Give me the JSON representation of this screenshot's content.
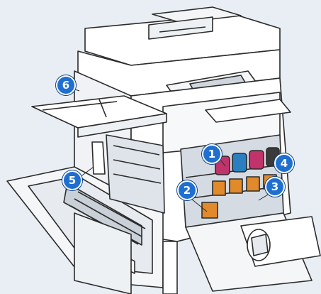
{
  "callouts": [
    {
      "number": "1",
      "target": "toner-cartridges"
    },
    {
      "number": "2",
      "target": "waste-toner-area"
    },
    {
      "number": "3",
      "target": "drum-cartridge-area"
    },
    {
      "number": "4",
      "target": "toner-cartridge-right"
    },
    {
      "number": "5",
      "target": "transfer-roller"
    },
    {
      "number": "6",
      "target": "bypass-tray"
    }
  ],
  "colors": {
    "callout": "#1f6fd1",
    "outline": "#2b2b2b",
    "body": "#ffffff",
    "shade": "#c9d0d8",
    "cyan": "#2a7fc0",
    "magenta": "#c0336b",
    "yellow": "#e2c22c",
    "orange_part": "#e08a2c",
    "black_toner": "#3a3a3a"
  }
}
